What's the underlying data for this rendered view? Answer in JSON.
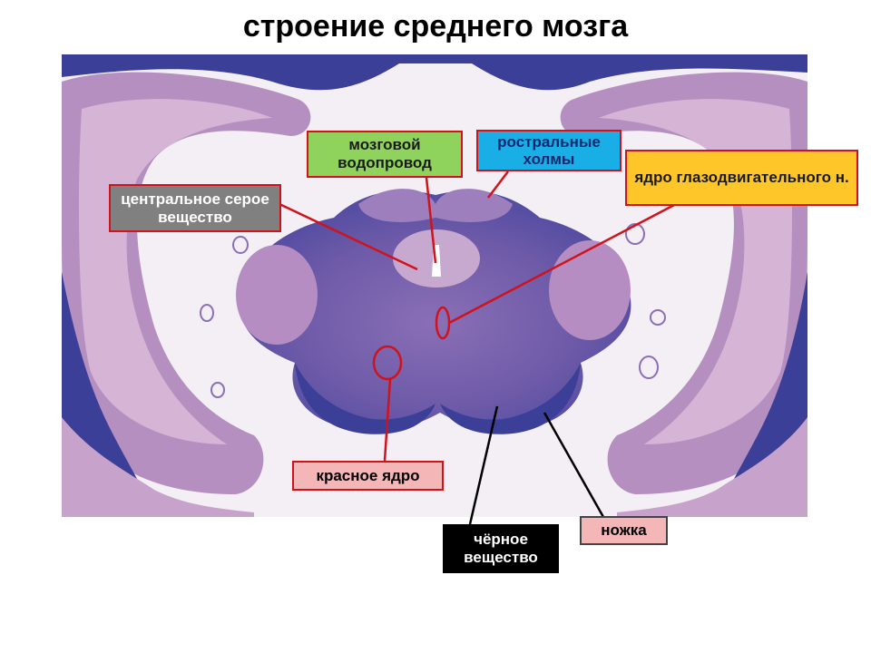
{
  "title": "строение среднего мозга",
  "labels": {
    "aqueduct": "мозговой водопровод",
    "colliculi": "ростральные холмы",
    "oculomotor": "ядро глазодвигательного н.",
    "central_gray": "центральное серое вещество",
    "red_nucleus": "красное ядро",
    "substantia_nigra": "чёрное вещество",
    "pes": "ножка"
  },
  "colors": {
    "stain_purple": "#8a6fb6",
    "stain_dark_blue": "#3b3f97",
    "stain_pink": "#c79ac3",
    "pointer_red": "#d0131b",
    "pointer_black": "#000000"
  }
}
